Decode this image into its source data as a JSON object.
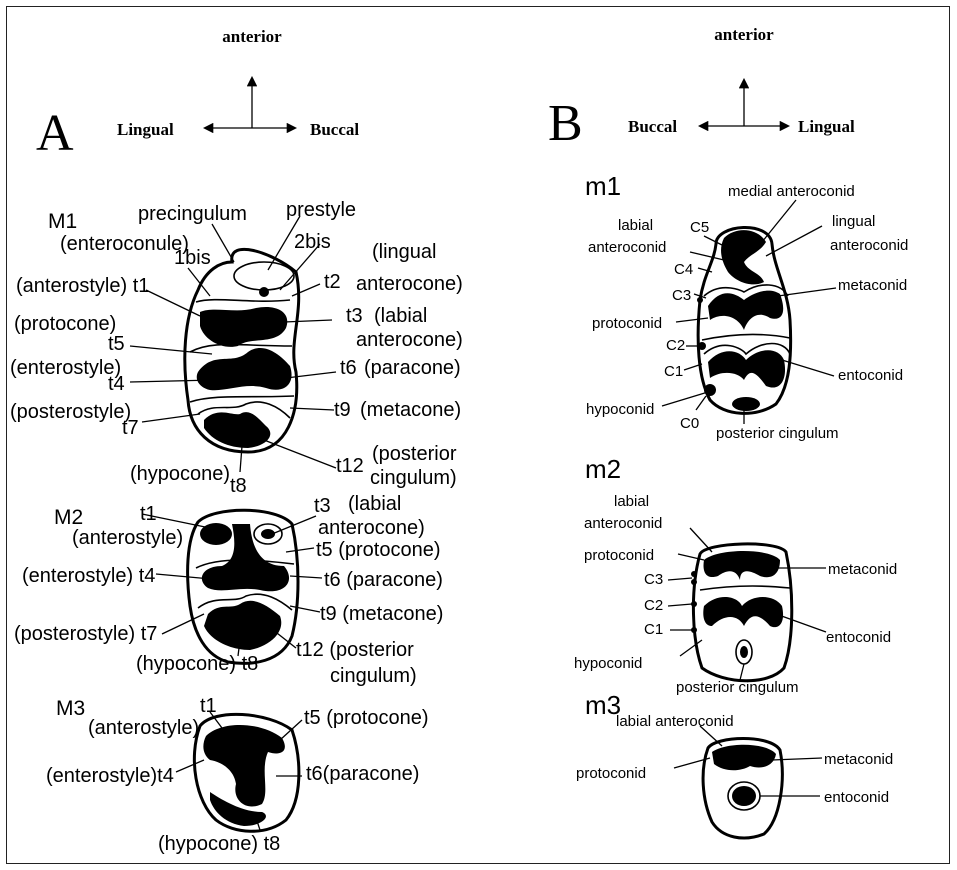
{
  "panelA": {
    "letter": "A",
    "orientation": {
      "top": "anterior",
      "left": "Lingual",
      "right": "Buccal"
    },
    "M1": {
      "title": "M1",
      "labels": {
        "precingulum": "precingulum",
        "enteroconule": "(enteroconule)",
        "prestyle": "prestyle",
        "bis1": "1bis",
        "bis2": "2bis",
        "lingual_ant_a": "(lingual",
        "t2": "t2",
        "lingual_ant_b": "anterocone)",
        "anterostyle_t1": "(anterostyle) t1",
        "t3": "t3",
        "labial_ant_a": "(labial",
        "labial_ant_b": "anterocone)",
        "protocone": "(protocone)",
        "t5": "t5",
        "t6": "t6",
        "paracone": "(paracone)",
        "enterostyle": "(enterostyle)",
        "t4": "t4",
        "t9": "t9",
        "metacone": "(metacone)",
        "posterostyle": "(posterostyle)",
        "t7": "t7",
        "t12": "t12",
        "posterior_a": "(posterior",
        "posterior_b": "cingulum)",
        "hypocone": "(hypocone)",
        "t8": "t8"
      }
    },
    "M2": {
      "title": "M2",
      "labels": {
        "t1": "t1",
        "anterostyle": "(anterostyle)",
        "t3": "t3",
        "labial_a": "(labial",
        "labial_b": "anterocone)",
        "t5_protocone": "t5 (protocone)",
        "enterostyle_t4": "(enterostyle) t4",
        "t6_paracone": "t6 (paracone)",
        "t9_metacone": "t9 (metacone)",
        "posterostyle_t7": "(posterostyle) t7",
        "t12_posterior": "t12 (posterior",
        "cingulum": "cingulum)",
        "hypocone_t8": "(hypocone) t8"
      }
    },
    "M3": {
      "title": "M3",
      "labels": {
        "t1": "t1",
        "anterostyle": "(anterostyle)",
        "t5_protocone": "t5 (protocone)",
        "enterostyle_t4": "(enterostyle)t4",
        "t6_paracone": "t6(paracone)",
        "hypocone_t8": "(hypocone) t8"
      }
    }
  },
  "panelB": {
    "letter": "B",
    "orientation": {
      "top": "anterior",
      "left": "Buccal",
      "right": "Lingual"
    },
    "m1": {
      "title": "m1",
      "labels": {
        "medial_anteroconid": "medial anteroconid",
        "labial_a": "labial",
        "labial_b": "anteroconid",
        "C5": "C5",
        "lingual_a": "lingual",
        "lingual_b": "anteroconid",
        "C4": "C4",
        "C3": "C3",
        "metaconid": "metaconid",
        "protoconid": "protoconid",
        "C2": "C2",
        "C1": "C1",
        "entoconid": "entoconid",
        "hypoconid": "hypoconid",
        "C0": "C0",
        "posterior_cingulum": "posterior cingulum"
      }
    },
    "m2": {
      "title": "m2",
      "labels": {
        "labial_a": "labial",
        "labial_b": "anteroconid",
        "protoconid": "protoconid",
        "metaconid": "metaconid",
        "C3": "C3",
        "C2": "C2",
        "C1": "C1",
        "entoconid": "entoconid",
        "hypoconid": "hypoconid",
        "posterior_cingulum": "posterior cingulum"
      }
    },
    "m3": {
      "title": "m3",
      "labels": {
        "labial_anteroconid": "labial anteroconid",
        "protoconid": "protoconid",
        "metaconid": "metaconid",
        "entoconid": "entoconid"
      }
    }
  }
}
